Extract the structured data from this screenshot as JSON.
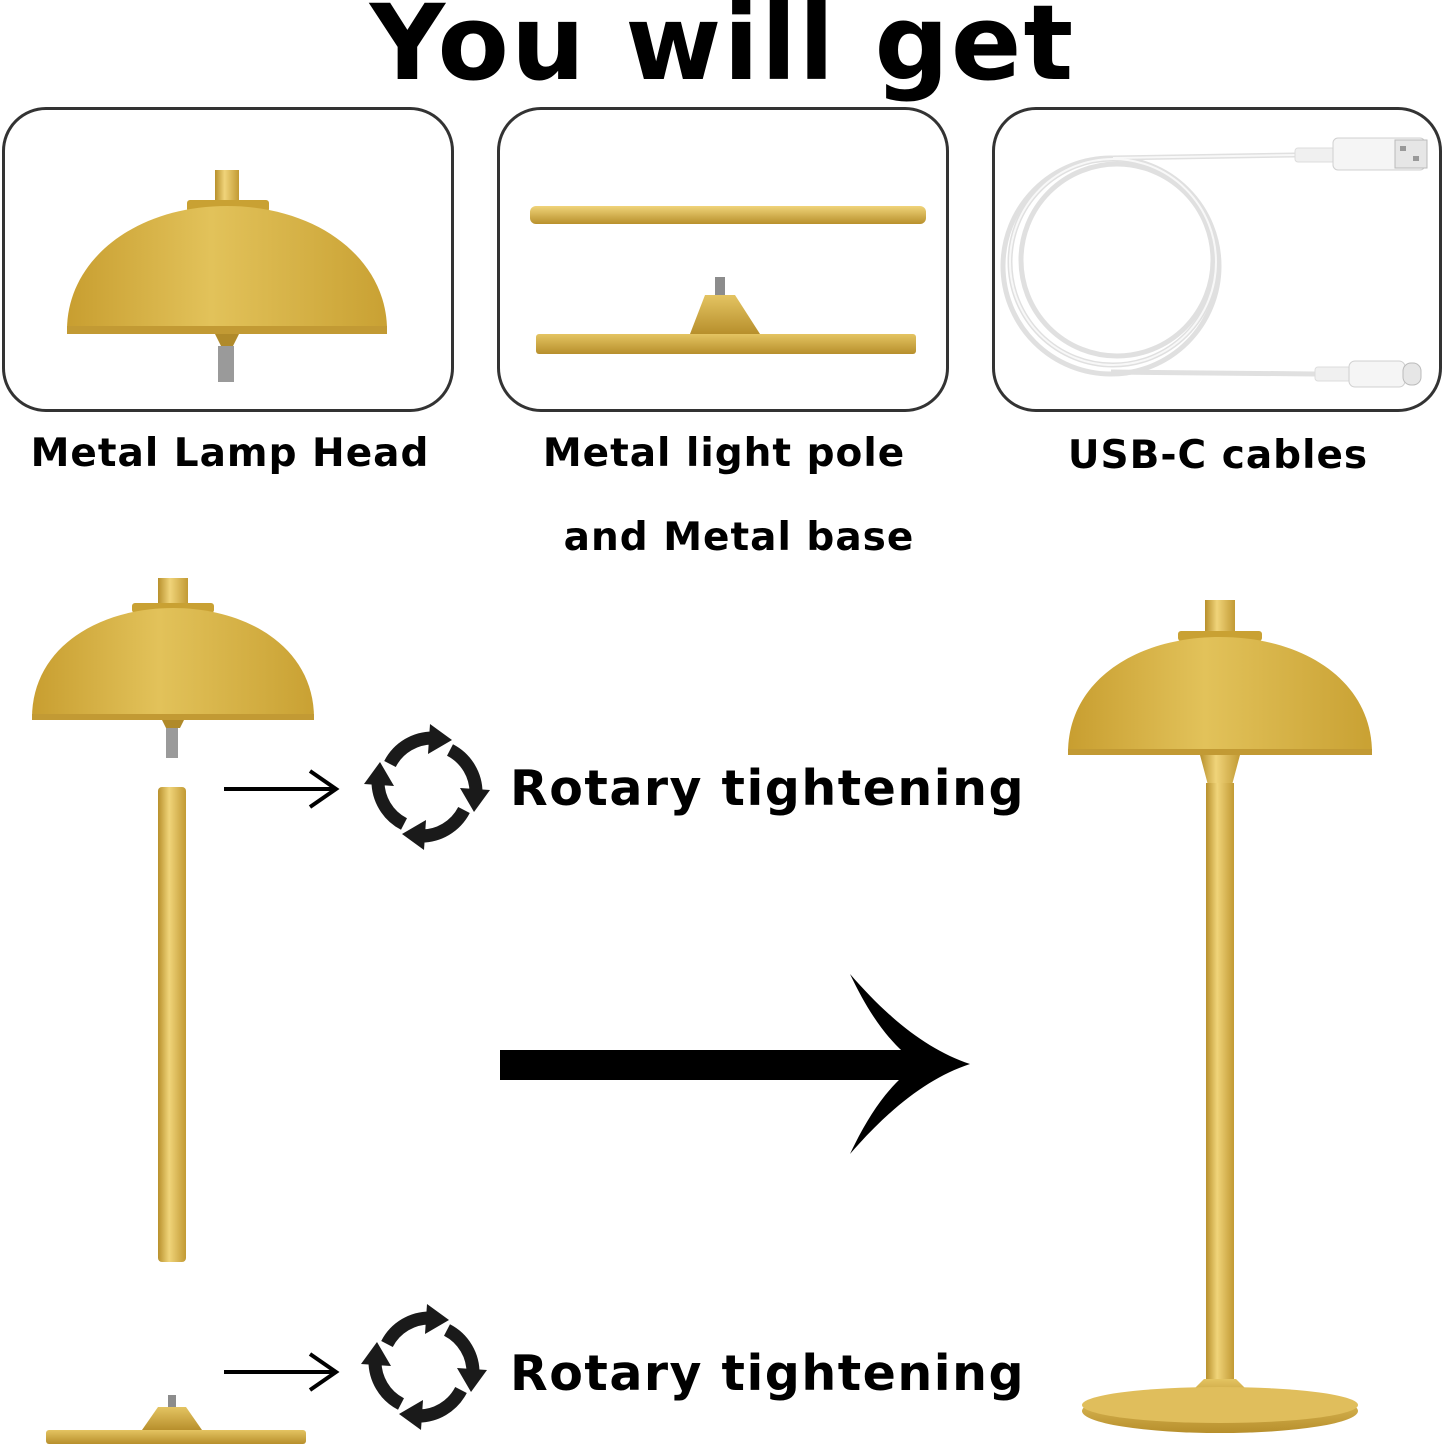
{
  "title": "You will get",
  "items": [
    {
      "label": "Metal Lamp Head"
    },
    {
      "label_line1": "Metal light pole",
      "label_line2": "and Metal base"
    },
    {
      "label": "USB-C cables"
    }
  ],
  "steps": [
    {
      "label": "Rotary tightening"
    },
    {
      "label": "Rotary tightening"
    }
  ],
  "colors": {
    "gold": "#d9b64a",
    "gold_dark": "#b08a2a",
    "gold_light": "#ecd27a",
    "border": "#333333",
    "cable": "#f2f2f2"
  },
  "icons": [
    "rotate-arrows-icon",
    "right-arrow-icon",
    "big-right-arrow-icon"
  ]
}
